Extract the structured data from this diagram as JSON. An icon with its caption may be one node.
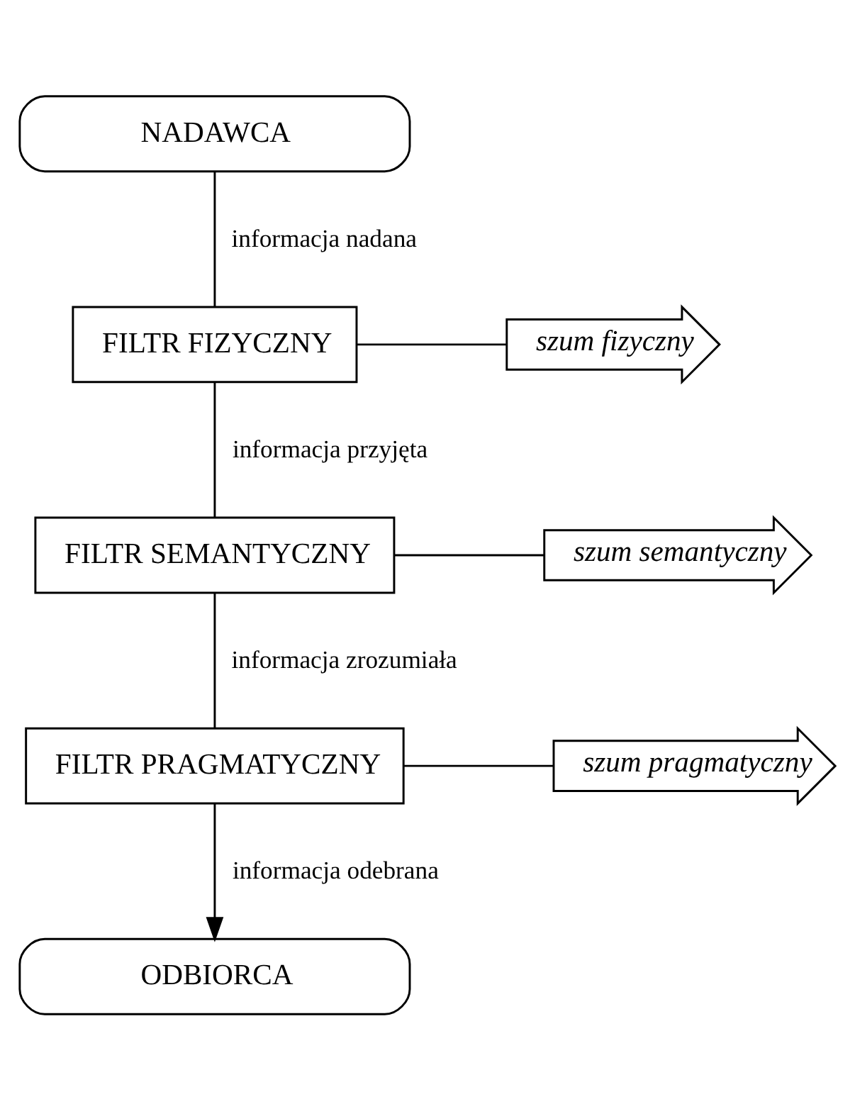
{
  "diagram": {
    "nodes": [
      {
        "text": [
          "NADAWCA"
        ]
      },
      {
        "text": [
          "FILTR FIZYCZNY"
        ]
      },
      {
        "text": [
          "szum fizyczny"
        ]
      },
      {
        "text": [
          "FILTR SEMANTYCZNY"
        ]
      },
      {
        "text": [
          "szum semantyczny"
        ]
      },
      {
        "text": [
          "FILTR PRAGMATYCZNY"
        ]
      },
      {
        "text": [
          "szum pragmatyczny"
        ]
      },
      {
        "text": [
          "ODBIORCA"
        ]
      }
    ],
    "edges": [
      {
        "from": 0,
        "to": 1,
        "arrow": "none",
        "label": "informacja nadana"
      },
      {
        "from": 1,
        "to": 2,
        "arrow": "none"
      },
      {
        "from": 1,
        "to": 3,
        "arrow": "none",
        "label": "informacja przyjęta"
      },
      {
        "from": 3,
        "to": 4,
        "arrow": "none"
      },
      {
        "from": 3,
        "to": 5,
        "arrow": "none",
        "label": "informacja zrozumiała"
      },
      {
        "from": 5,
        "to": 6,
        "arrow": "none"
      },
      {
        "from": 5,
        "to": 7,
        "arrow": "to",
        "label": "informacja odebrana"
      }
    ]
  }
}
